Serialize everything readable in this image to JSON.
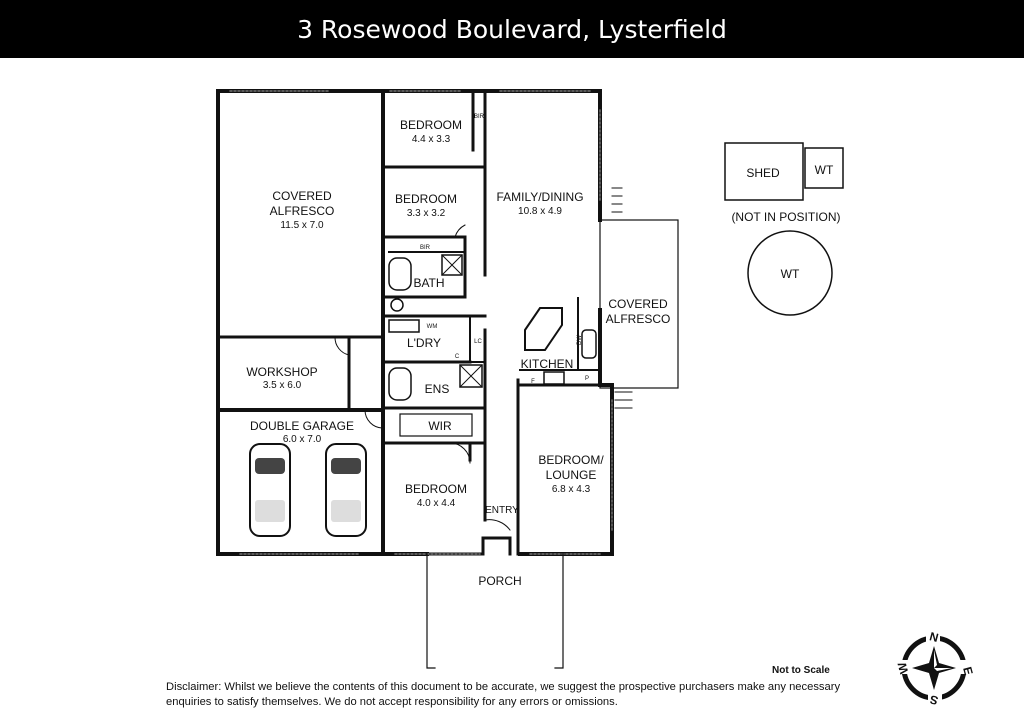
{
  "title": "3 Rosewood Boulevard, Lysterfield",
  "rooms": {
    "alfresco_left": {
      "name_line1": "COVERED",
      "name_line2": "ALFRESCO",
      "dims": "11.5 x 7.0"
    },
    "bedroom_top": {
      "name": "BEDROOM",
      "dims": "4.4 x 3.3"
    },
    "bir_top": "BIR",
    "bedroom_mid": {
      "name": "BEDROOM",
      "dims": "3.3 x 3.2"
    },
    "bir_mid": "BIR",
    "bath": "BATH",
    "wm": "WM",
    "laundry": "L'DRY",
    "lc": "LC",
    "c": "C",
    "family": {
      "name": "FAMILY/DINING",
      "dims": "10.8 x 4.9"
    },
    "alfresco_right": {
      "name_line1": "COVERED",
      "name_line2": "ALFRESCO"
    },
    "dw": "DW",
    "kitchen": "KITCHEN",
    "f": "F",
    "p": "P",
    "workshop": {
      "name": "WORKSHOP",
      "dims": "3.5 x 6.0"
    },
    "ens": "ENS",
    "garage": {
      "name": "DOUBLE GARAGE",
      "dims": "6.0 x 7.0"
    },
    "wir": "WIR",
    "bedroom_bottom": {
      "name": "BEDROOM",
      "dims": "4.0 x 4.4"
    },
    "entry": "ENTRY",
    "lounge": {
      "name_line1": "BEDROOM/",
      "name_line2": "LOUNGE",
      "dims": "6.8 x 4.3"
    },
    "porch": "PORCH"
  },
  "outbuildings": {
    "shed": "SHED",
    "wt_small": "WT",
    "not_in_position": "(NOT IN POSITION)",
    "wt_round": "WT"
  },
  "compass": {
    "n": "N",
    "e": "E",
    "s": "S",
    "w": "W"
  },
  "not_to_scale": "Not to Scale",
  "disclaimer": "Disclaimer: Whilst we believe the contents of this document to be accurate, we suggest the prospective purchasers make any necessary enquiries to satisfy themselves. We do not accept responsibility for any errors or omissions."
}
